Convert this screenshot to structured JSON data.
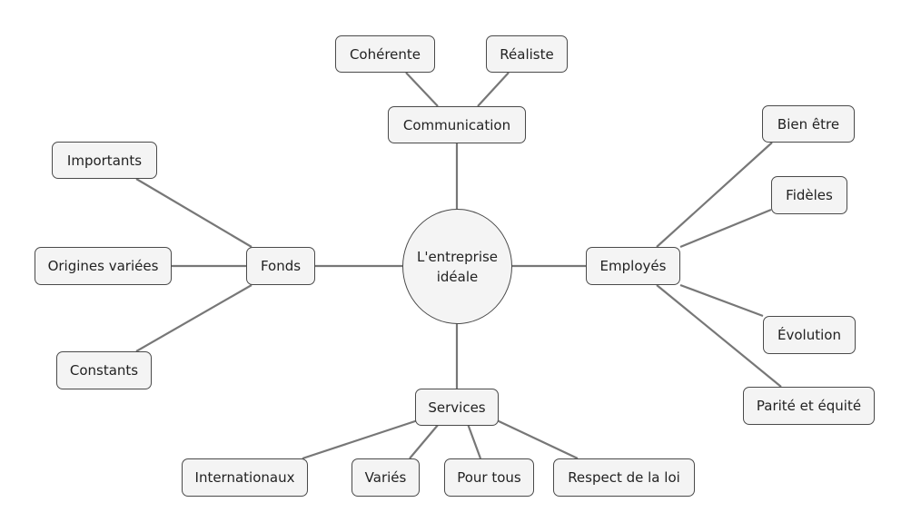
{
  "center": {
    "line1": "L'entreprise",
    "line2": "idéale"
  },
  "branches": {
    "communication": {
      "label": "Communication",
      "children": [
        "Cohérente",
        "Réaliste"
      ]
    },
    "fonds": {
      "label": "Fonds",
      "children": [
        "Importants",
        "Origines variées",
        "Constants"
      ]
    },
    "employes": {
      "label": "Employés",
      "children": [
        "Bien être",
        "Fidèles",
        "Évolution",
        "Parité et équité"
      ]
    },
    "services": {
      "label": "Services",
      "children": [
        "Internationaux",
        "Variés",
        "Pour tous",
        "Respect de la loi"
      ]
    }
  },
  "colors": {
    "node_fill": "#f4f4f4",
    "node_border": "#4a4a4a",
    "connector": "#777777"
  }
}
